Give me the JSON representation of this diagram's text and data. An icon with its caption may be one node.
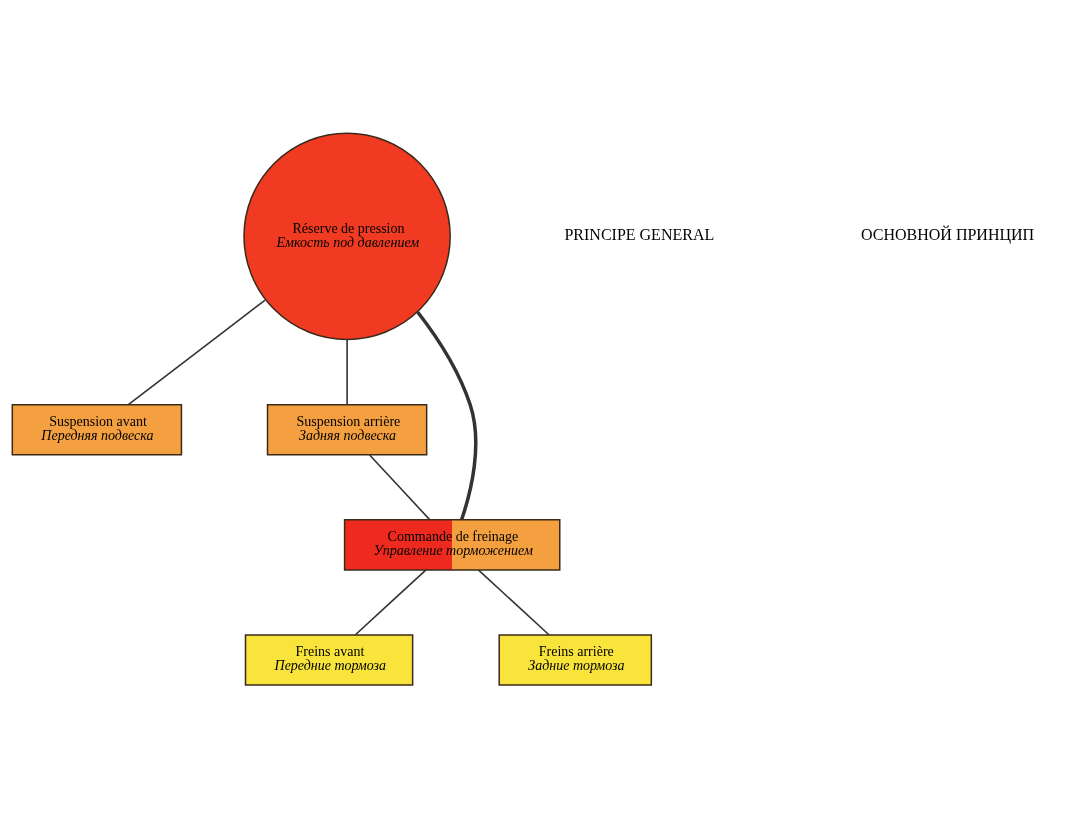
{
  "diagram": {
    "nodes": [
      {
        "text": [
          "Réserve de pression",
          "Емкость под давлением"
        ]
      },
      {
        "text": [
          "Suspension avant",
          "Передняя подвеска"
        ]
      },
      {
        "text": [
          "Suspension arrière",
          "Задняя подвеска"
        ]
      },
      {
        "text": [
          "Commande de freinage",
          "Управление торможением"
        ]
      },
      {
        "text": [
          "Freins avant",
          "Передние тормоза"
        ]
      },
      {
        "text": [
          "Freins arrière",
          "Задние тормоза"
        ]
      }
    ],
    "edges": [
      {
        "from": 0,
        "to": 1,
        "arrow": "none"
      },
      {
        "from": 0,
        "to": 2,
        "arrow": "none"
      },
      {
        "from": 0,
        "to": 3,
        "arrow": "none",
        "style": "thick"
      },
      {
        "from": 2,
        "to": 3,
        "arrow": "none"
      },
      {
        "from": 3,
        "to": 4,
        "arrow": "none"
      },
      {
        "from": 3,
        "to": 5,
        "arrow": "none"
      }
    ],
    "labels": [
      "PRINCIPE GENERAL",
      "ОСНОВНОЙ ПРИНЦИП"
    ]
  }
}
